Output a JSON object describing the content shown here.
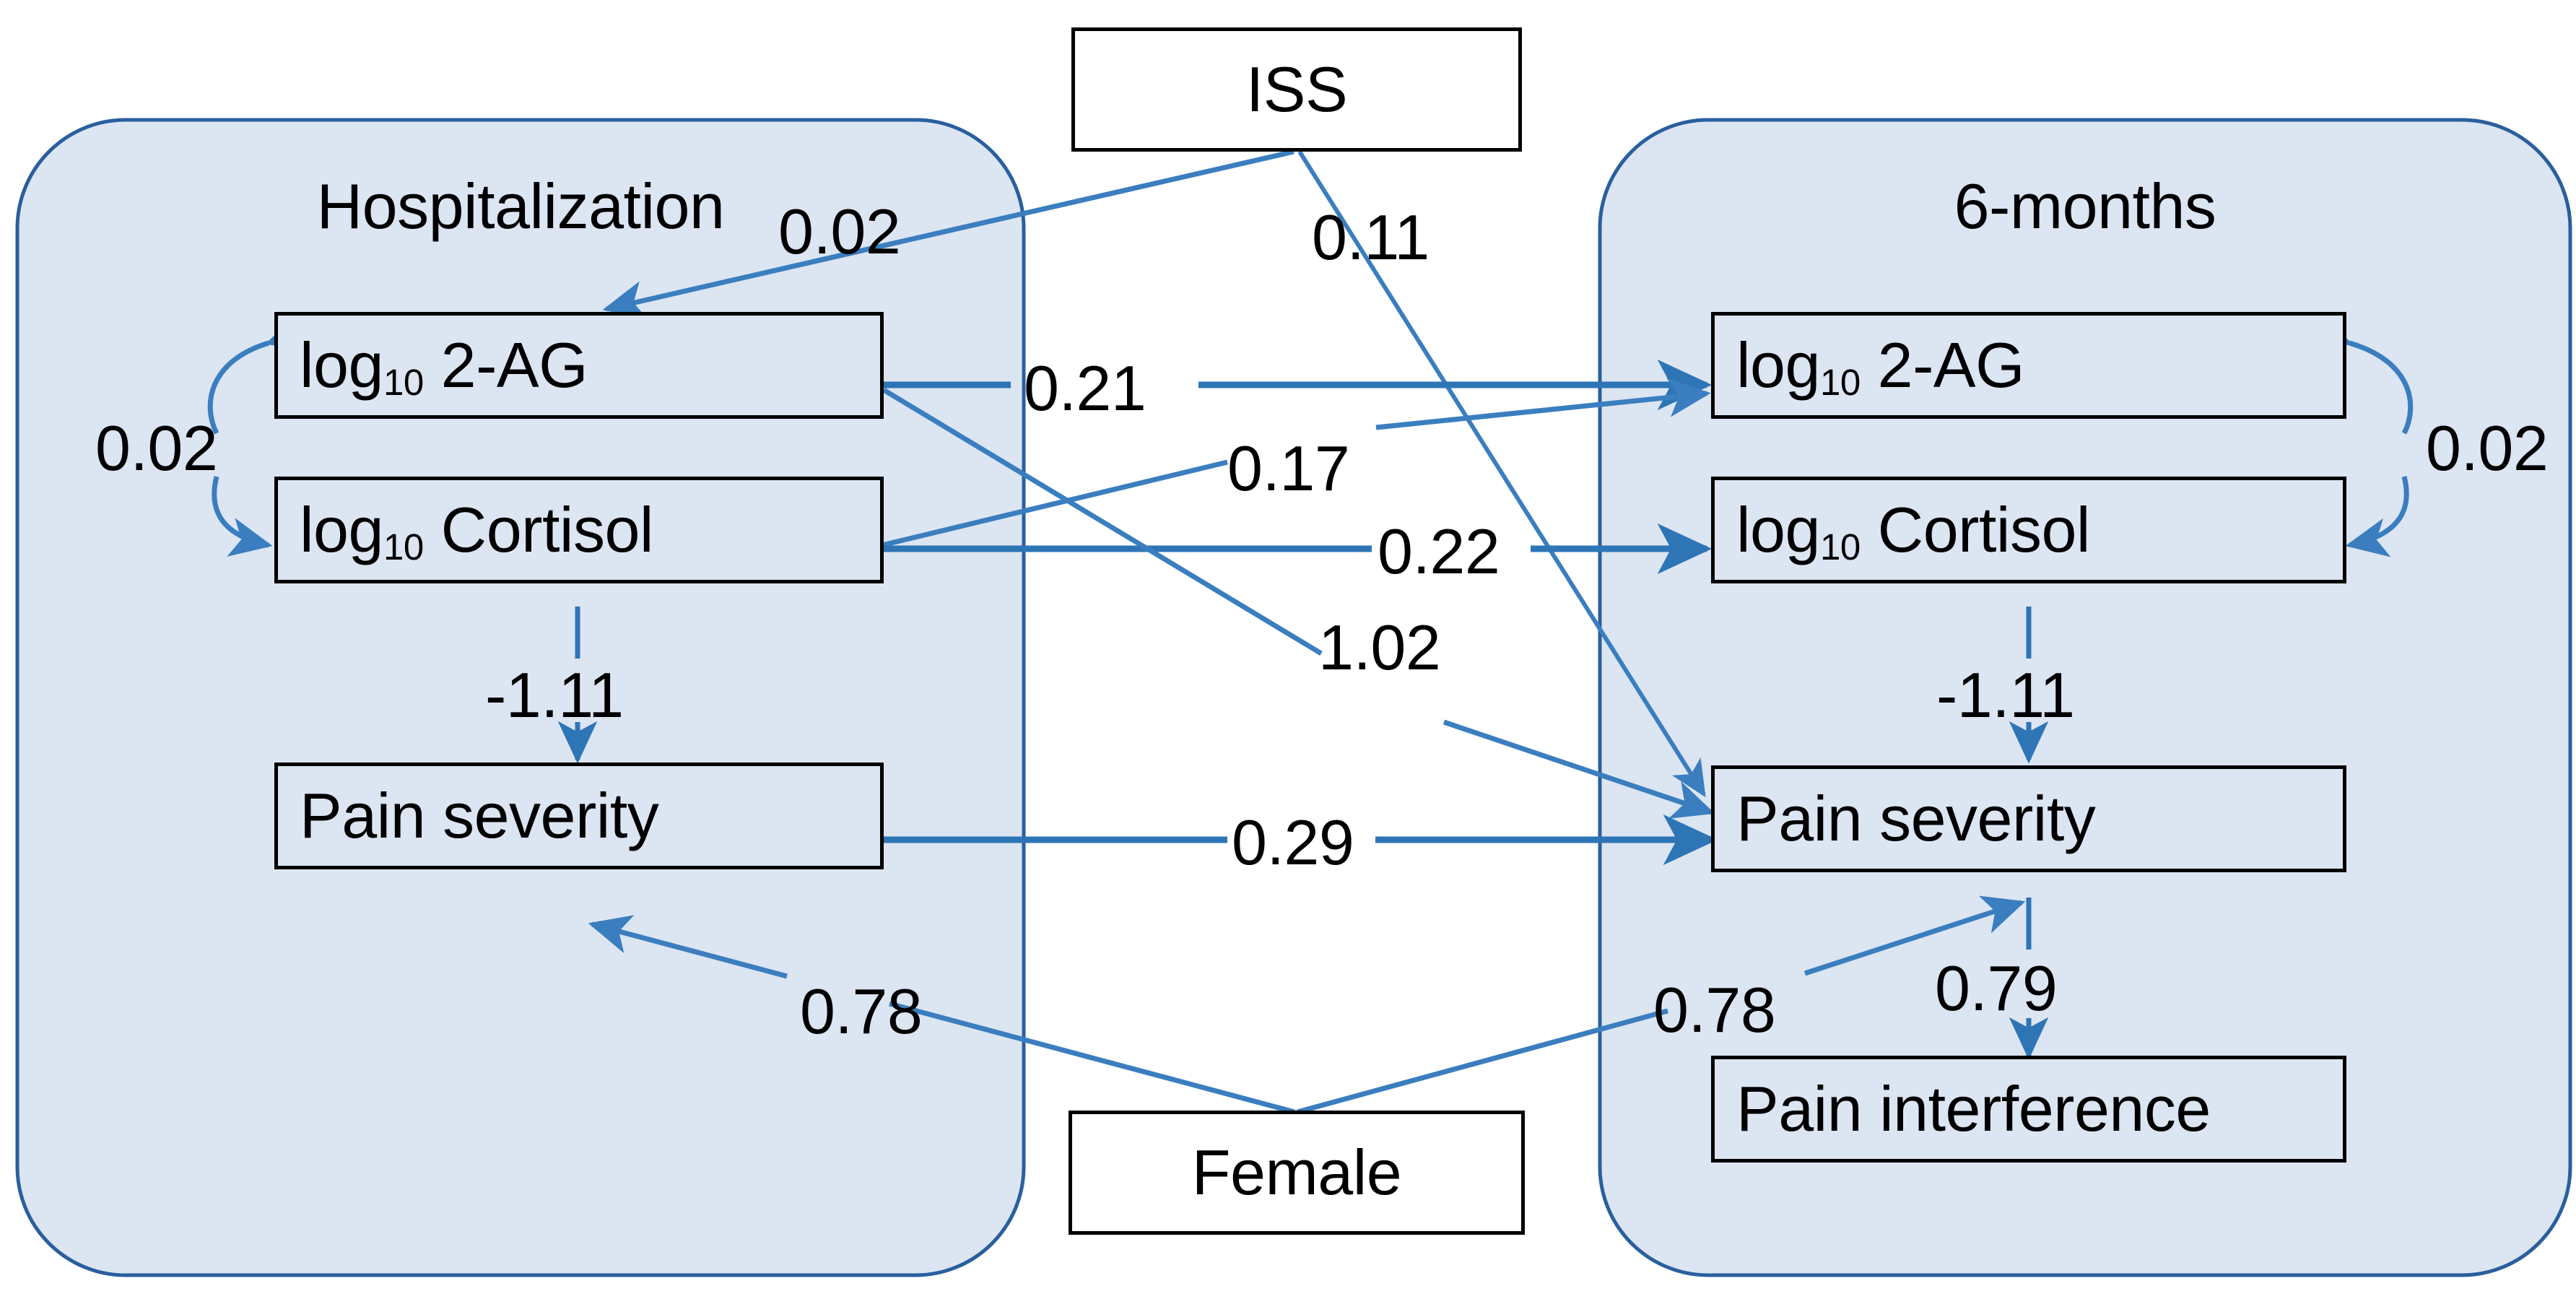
{
  "diagram": {
    "title_hidden": "",
    "colors": {
      "panel_fill": "#dce5f2",
      "panel_stroke": "#1f5aa0",
      "arrow": "#3a7ebf",
      "arrow_dark": "#2e75b6",
      "box_stroke": "#000000",
      "text": "#000000",
      "background": "#ffffff"
    },
    "panels": [
      {
        "id": "hospitalization",
        "label": "Hospitalization"
      },
      {
        "id": "six_months",
        "label": "6-months"
      }
    ],
    "nodes": [
      {
        "id": "iss",
        "label_html": "ISS",
        "label": "ISS",
        "group": "exogenous"
      },
      {
        "id": "female",
        "label_html": "Female",
        "label": "Female",
        "group": "exogenous"
      },
      {
        "id": "h_2ag",
        "label_html": "log<sub>10</sub> 2-AG",
        "label": "log10 2-AG",
        "group": "hospitalization"
      },
      {
        "id": "h_cortisol",
        "label_html": "log<sub>10</sub> Cortisol",
        "label": "log10 Cortisol",
        "group": "hospitalization"
      },
      {
        "id": "h_pain_sev",
        "label_html": "Pain severity",
        "label": "Pain severity",
        "group": "hospitalization"
      },
      {
        "id": "m_2ag",
        "label_html": "log<sub>10</sub> 2-AG",
        "label": "log10 2-AG",
        "group": "six_months"
      },
      {
        "id": "m_cortisol",
        "label_html": "log<sub>10</sub> Cortisol",
        "label": "log10 Cortisol",
        "group": "six_months"
      },
      {
        "id": "m_pain_sev",
        "label_html": "Pain severity",
        "label": "Pain severity",
        "group": "six_months"
      },
      {
        "id": "m_pain_int",
        "label_html": "Pain interference",
        "label": "Pain interference",
        "group": "six_months"
      }
    ],
    "edges": [
      {
        "id": "e_iss_h2ag",
        "from": "iss",
        "to": "h_2ag",
        "coef": "0.02",
        "kind": "directed"
      },
      {
        "id": "e_iss_mpain",
        "from": "iss",
        "to": "m_pain_sev",
        "coef": "0.11",
        "kind": "directed"
      },
      {
        "id": "e_h_corr",
        "from": "h_2ag",
        "to": "h_cortisol",
        "coef": "0.02",
        "kind": "covariance"
      },
      {
        "id": "e_m_corr",
        "from": "m_2ag",
        "to": "m_cortisol",
        "coef": "0.02",
        "kind": "covariance"
      },
      {
        "id": "e_h2ag_m2ag",
        "from": "h_2ag",
        "to": "m_2ag",
        "coef": "0.21",
        "kind": "directed"
      },
      {
        "id": "e_hcort_m2ag",
        "from": "h_cortisol",
        "to": "m_2ag",
        "coef": "0.17",
        "kind": "directed"
      },
      {
        "id": "e_hcort_mcort",
        "from": "h_cortisol",
        "to": "m_cortisol",
        "coef": "0.22",
        "kind": "directed"
      },
      {
        "id": "e_h2ag_mpain",
        "from": "h_2ag",
        "to": "m_pain_sev",
        "coef": "1.02",
        "kind": "directed"
      },
      {
        "id": "e_hcort_hpain",
        "from": "h_cortisol",
        "to": "h_pain_sev",
        "coef": "-1.11",
        "kind": "directed"
      },
      {
        "id": "e_mcort_mpain",
        "from": "m_cortisol",
        "to": "m_pain_sev",
        "coef": "-1.11",
        "kind": "directed"
      },
      {
        "id": "e_hpain_mpain",
        "from": "h_pain_sev",
        "to": "m_pain_sev",
        "coef": "0.29",
        "kind": "directed"
      },
      {
        "id": "e_female_hpain",
        "from": "female",
        "to": "h_pain_sev",
        "coef": "0.78",
        "kind": "directed"
      },
      {
        "id": "e_female_mpain",
        "from": "female",
        "to": "m_pain_sev",
        "coef": "0.78",
        "kind": "directed"
      },
      {
        "id": "e_mpain_mpainint",
        "from": "m_pain_sev",
        "to": "m_pain_int",
        "coef": "0.79",
        "kind": "directed"
      }
    ],
    "labels": {
      "iss_to_h2ag": "0.02",
      "iss_to_mpain": "0.11",
      "h_covariance": "0.02",
      "m_covariance": "0.02",
      "h2ag_to_m2ag": "0.21",
      "hcort_to_m2ag": "0.17",
      "hcort_to_mcort": "0.22",
      "h2ag_to_mpain": "1.02",
      "hcort_to_hpain": "-1.11",
      "mcort_to_mpain": "-1.11",
      "hpain_to_mpain": "0.29",
      "female_to_hpain": "0.78",
      "female_to_mpain": "0.78",
      "mpain_to_mpainint": "0.79"
    }
  },
  "chart_data": {
    "type": "diagram",
    "subtype": "path-diagram",
    "title": "",
    "groups": [
      "Hospitalization",
      "6-months"
    ],
    "nodes": [
      "ISS",
      "Female",
      "log10 2-AG",
      "log10 Cortisol",
      "Pain severity",
      "Pain interference"
    ],
    "paths": [
      {
        "from": "ISS",
        "to": "Hospitalization log10 2-AG",
        "estimate": 0.02
      },
      {
        "from": "ISS",
        "to": "6-months Pain severity",
        "estimate": 0.11
      },
      {
        "from": "Hospitalization log10 2-AG",
        "to": "Hospitalization log10 Cortisol",
        "estimate": 0.02,
        "type": "covariance"
      },
      {
        "from": "6-months log10 2-AG",
        "to": "6-months log10 Cortisol",
        "estimate": 0.02,
        "type": "covariance"
      },
      {
        "from": "Hospitalization log10 2-AG",
        "to": "6-months log10 2-AG",
        "estimate": 0.21
      },
      {
        "from": "Hospitalization log10 Cortisol",
        "to": "6-months log10 2-AG",
        "estimate": 0.17
      },
      {
        "from": "Hospitalization log10 Cortisol",
        "to": "6-months log10 Cortisol",
        "estimate": 0.22
      },
      {
        "from": "Hospitalization log10 2-AG",
        "to": "6-months Pain severity",
        "estimate": 1.02
      },
      {
        "from": "Hospitalization log10 Cortisol",
        "to": "Hospitalization Pain severity",
        "estimate": -1.11
      },
      {
        "from": "6-months log10 Cortisol",
        "to": "6-months Pain severity",
        "estimate": -1.11
      },
      {
        "from": "Hospitalization Pain severity",
        "to": "6-months Pain severity",
        "estimate": 0.29
      },
      {
        "from": "Female",
        "to": "Hospitalization Pain severity",
        "estimate": 0.78
      },
      {
        "from": "Female",
        "to": "6-months Pain severity",
        "estimate": 0.78
      },
      {
        "from": "6-months Pain severity",
        "to": "6-months Pain interference",
        "estimate": 0.79
      }
    ]
  }
}
